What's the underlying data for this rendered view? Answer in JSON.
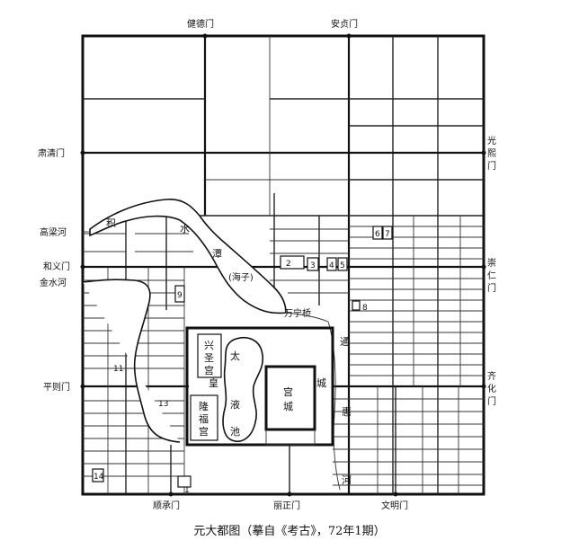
{
  "caption": "元大都图（摹自《考古》，72年1期）",
  "gates": {
    "north_west": "健德门",
    "north_east": "安贞门",
    "west_north": "肃清门",
    "west_middle": "和义门",
    "west_south": "平则门",
    "east_north": "光熙门",
    "east_middle": "崇仁门",
    "east_south": "齐化门",
    "south_west": "顺承门",
    "south_middle": "丽正门",
    "south_east": "文明门"
  },
  "water": {
    "gaoliang_river": "高梁河",
    "jinshui_river": "金水河",
    "haizi": "(海子)",
    "jishuitan": [
      "积",
      "水",
      "潭"
    ],
    "taiyechi": [
      "太",
      "液",
      "池"
    ],
    "tonghui_river": [
      "通",
      "惠",
      "河"
    ],
    "wanning_bridge": "万宁桥"
  },
  "palaces": {
    "xingsheng": [
      "兴",
      "圣",
      "宫"
    ],
    "longfu": [
      "隆",
      "福",
      "宫"
    ],
    "gongcheng": [
      "宫",
      "城"
    ],
    "huangcheng": [
      "皇",
      "城"
    ]
  },
  "numbers": [
    "1",
    "2",
    "3",
    "4",
    "5",
    "6",
    "7",
    "8",
    "9",
    "11",
    "13",
    "14"
  ]
}
